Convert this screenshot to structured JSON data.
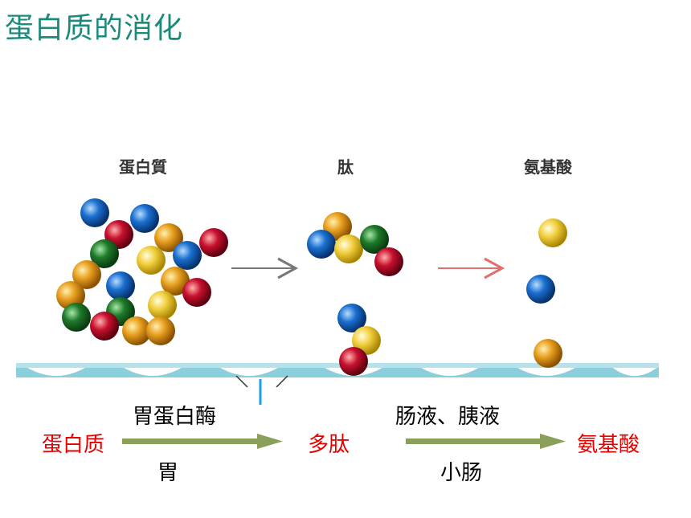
{
  "title": "蛋白质的消化",
  "diagram": {
    "stage_labels": [
      "蛋白質",
      "肽",
      "氨基酸"
    ]
  },
  "flow": {
    "protein": "蛋白质",
    "peptide": "多肽",
    "amino_acid": "氨基酸",
    "enzyme1": "胃蛋白酶",
    "place1": "胃",
    "enzyme2": "肠液、胰液",
    "place2": "小肠"
  },
  "colors": {
    "title": "#1a8a7a",
    "product_text": "#e60000",
    "arrow": "#8aa05a",
    "bead_blue": "#1a6fd0",
    "bead_red": "#c8102e",
    "bead_green": "#1e7a2a",
    "bead_orange": "#e8a020",
    "bead_yellow": "#f2d040",
    "villi": "#8ccfdc"
  }
}
